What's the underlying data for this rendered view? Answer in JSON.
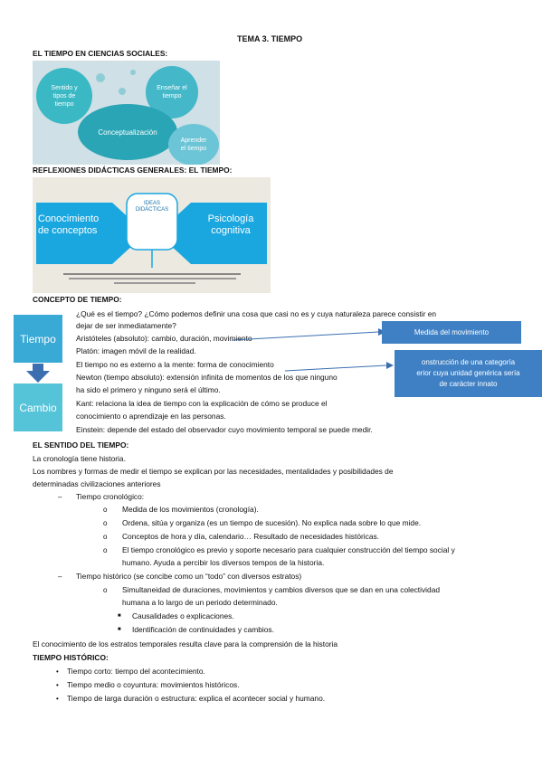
{
  "title": "TEMA 3. TIEMPO",
  "sections": {
    "s1": "EL TIEMPO EN CIENCIAS SOCIALES:",
    "s2": "REFLEXIONES DIDÁCTICAS GENERALES: EL TIEMPO:",
    "s3": "CONCEPTO DE TIEMPO:",
    "s4": "EL SENTIDO DEL TIEMPO:",
    "s5": "TIEMPO HISTÓRICO:"
  },
  "diagram1": {
    "b1": "Sentido y tipos de tiempo",
    "b2": "Enseñar el tiempo",
    "b3": "Conceptualización",
    "b4": "Aprender el tiempo"
  },
  "diagram2": {
    "left": "Conocimiento de conceptos",
    "center": "IDEAS DIDÁCTICAS",
    "right": "Psicología cognitiva"
  },
  "concept": {
    "lines": [
      "¿Qué es el tiempo? ¿Cómo podemos definir una cosa que casi no es y cuya naturaleza parece consistir en",
      "dejar de ser inmediatamente?",
      "Aristóteles (absoluto): cambio, duración, movimiento",
      "Platón: imagen móvil de la realidad.",
      "El tiempo no es externo a la mente: forma de conocimiento",
      "Newton (tiempo absoluto): extensión infinita de momentos de los que ninguno",
      "ha sido el primero y ninguno será el último.",
      "Kant: relaciona la idea de tiempo con la explicación de cómo se produce el",
      "conocimiento o aprendizaje en las personas.",
      "Einstein: depende del estado del observador cuyo movimiento temporal se puede medir."
    ],
    "side_top": "Tiempo",
    "side_bottom": "Cambio",
    "box1": "Medida del movimiento",
    "box2_lines": [
      "onstrucción de una categoría",
      "erior cuya unidad genérica sería",
      "de carácter innato"
    ]
  },
  "sentido": {
    "l1": "La cronología tiene historia.",
    "l2": "Los nombres y formas de medir el tiempo se explican por las necesidades, mentalidades y posibilidades de",
    "l3": "determinadas civilizaciones anteriores",
    "dash1": "Tiempo cronológico:",
    "c1": "Medida de los movimientos (cronología).",
    "c2": "Ordena, sitúa y organiza (es un tiempo de sucesión). No explica nada sobre lo que mide.",
    "c3": "Conceptos de hora y día, calendario… Resultado de necesidades históricas.",
    "c4a": "El tiempo cronológico es previo y soporte necesario para cualquier construcción del tiempo social y",
    "c4b": "humano. Ayuda a percibir los diversos tempos de la historia.",
    "dash2": "Tiempo histórico (se concibe como un “todo” con diversos estratos)",
    "h1a": "Simultaneidad de duraciones, movimientos y cambios diversos que se dan en una colectividad",
    "h1b": "humana a lo largo de un periodo determinado.",
    "sq1": "Causalidades o explicaciones.",
    "sq2": "Identificación de continuidades y cambios.",
    "end": "El conocimiento de los estratos temporales resulta clave para la comprensión de la historia"
  },
  "historico": {
    "items": [
      "Tiempo corto: tiempo del acontecimiento.",
      "Tiempo medio o coyuntura: movimientos históricos.",
      "Tiempo de larga duración o estructura: explica el acontecer social y humano."
    ]
  }
}
